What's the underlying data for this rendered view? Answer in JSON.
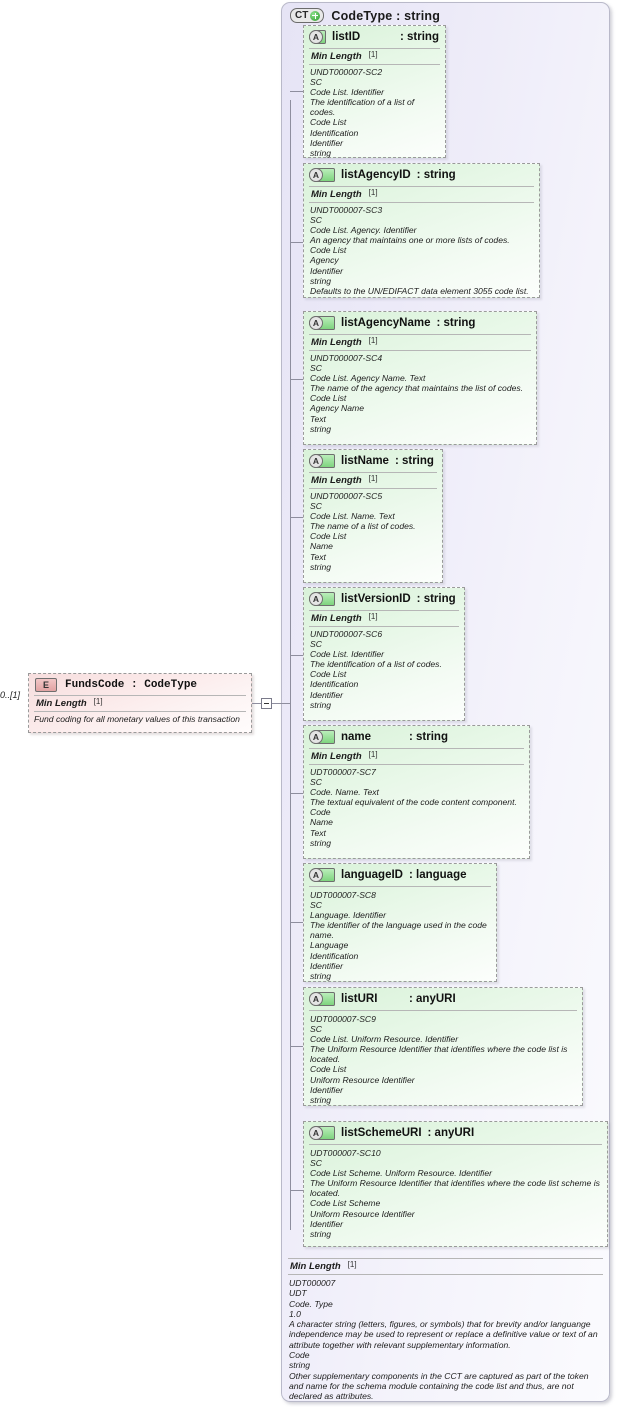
{
  "diagram": {
    "type": "xsd-schema-diagram",
    "colors": {
      "container_bg": "#eceaf8",
      "attribute_bg": "#e6f7e6",
      "element_bg": "#fbeaea",
      "border": "#9a9a9a",
      "connector": "#8e8e9e"
    }
  },
  "complex_type": {
    "badge": "CT",
    "badge_icon": "expand-plus-icon",
    "title": "CodeType : string",
    "name": "CodeType",
    "base": "string"
  },
  "element": {
    "badge": "E",
    "title": "FundsCode : CodeType",
    "name": "FundsCode",
    "type": "CodeType",
    "occurrence": "0..[1]",
    "facet_name": "Min Length",
    "facet_value": "[1]",
    "documentation": "Fund coding for all monetary values of this transaction"
  },
  "attributes": [
    {
      "badge": "A",
      "name": "listID",
      "type": ": string",
      "facet_name": "Min Length",
      "facet_value": "[1]",
      "doc": [
        "UNDT000007-SC2",
        "SC",
        "Code List. Identifier",
        "The identification of a list of codes.",
        "Code List",
        "Identification",
        "Identifier",
        "string"
      ]
    },
    {
      "badge": "A",
      "name": "listAgencyID",
      "type": ": string",
      "facet_name": "Min Length",
      "facet_value": "[1]",
      "doc": [
        "UNDT000007-SC3",
        "SC",
        "Code List. Agency. Identifier",
        "An agency that maintains one or more lists of codes.",
        "Code List",
        "Agency",
        "Identifier",
        "string",
        "Defaults to the UN/EDIFACT data element 3055 code list."
      ]
    },
    {
      "badge": "A",
      "name": "listAgencyName",
      "type": ": string",
      "facet_name": "Min Length",
      "facet_value": "[1]",
      "doc": [
        "UNDT000007-SC4",
        "SC",
        "Code List. Agency Name. Text",
        "The name of the agency that maintains the list of codes.",
        "Code List",
        "Agency Name",
        "Text",
        "string"
      ]
    },
    {
      "badge": "A",
      "name": "listName",
      "type": ": string",
      "facet_name": "Min Length",
      "facet_value": "[1]",
      "doc": [
        "UNDT000007-SC5",
        "SC",
        "Code List. Name. Text",
        "The name of a list of codes.",
        "Code List",
        "Name",
        "Text",
        "string"
      ]
    },
    {
      "badge": "A",
      "name": "listVersionID",
      "type": ": string",
      "facet_name": "Min Length",
      "facet_value": "[1]",
      "doc": [
        "UNDT000007-SC6",
        "SC",
        "Code List. Identifier",
        "The identification of a list of codes.",
        "Code List",
        "Identification",
        "Identifier",
        "string"
      ]
    },
    {
      "badge": "A",
      "name": "name",
      "type": ": string",
      "facet_name": "Min Length",
      "facet_value": "[1]",
      "doc": [
        "UDT000007-SC7",
        "SC",
        "Code. Name. Text",
        "The textual equivalent of the code content component.",
        "Code",
        "Name",
        "Text",
        "string"
      ]
    },
    {
      "badge": "A",
      "name": "languageID",
      "type": ": language",
      "facet_name": "",
      "facet_value": "",
      "doc": [
        "UDT000007-SC8",
        "SC",
        "Language. Identifier",
        "The identifier of the language used in the code name.",
        "Language",
        "Identification",
        "Identifier",
        "string"
      ]
    },
    {
      "badge": "A",
      "name": "listURI",
      "type": ": anyURI",
      "facet_name": "",
      "facet_value": "",
      "doc": [
        "UDT000007-SC9",
        "SC",
        "Code List. Uniform Resource. Identifier",
        "The Uniform Resource Identifier that identifies where the code list is located.",
        "Code List",
        "Uniform Resource Identifier",
        "Identifier",
        "string"
      ]
    },
    {
      "badge": "A",
      "name": "listSchemeURI",
      "type": ": anyURI",
      "facet_name": "",
      "facet_value": "",
      "doc": [
        "UDT000007-SC10",
        "SC",
        "Code List Scheme. Uniform Resource. Identifier",
        "The Uniform Resource Identifier that identifies where the code list scheme is located.",
        "Code List Scheme",
        "Uniform Resource Identifier",
        "Identifier",
        "string"
      ]
    }
  ],
  "bottom_documentation": {
    "facet_name": "Min Length",
    "facet_value": "[1]",
    "doc": [
      "UDT000007",
      "UDT",
      "Code. Type",
      "1.0",
      "A character string (letters, figures, or symbols) that for brevity and/or languange independence may be used to represent or replace a definitive value or text of an attribute together with relevant supplementary information.",
      "Code",
      "string",
      "Other supplementary components in the CCT are captured as part of the token and name for the schema module containing the code list and thus, are not declared as attributes."
    ]
  }
}
